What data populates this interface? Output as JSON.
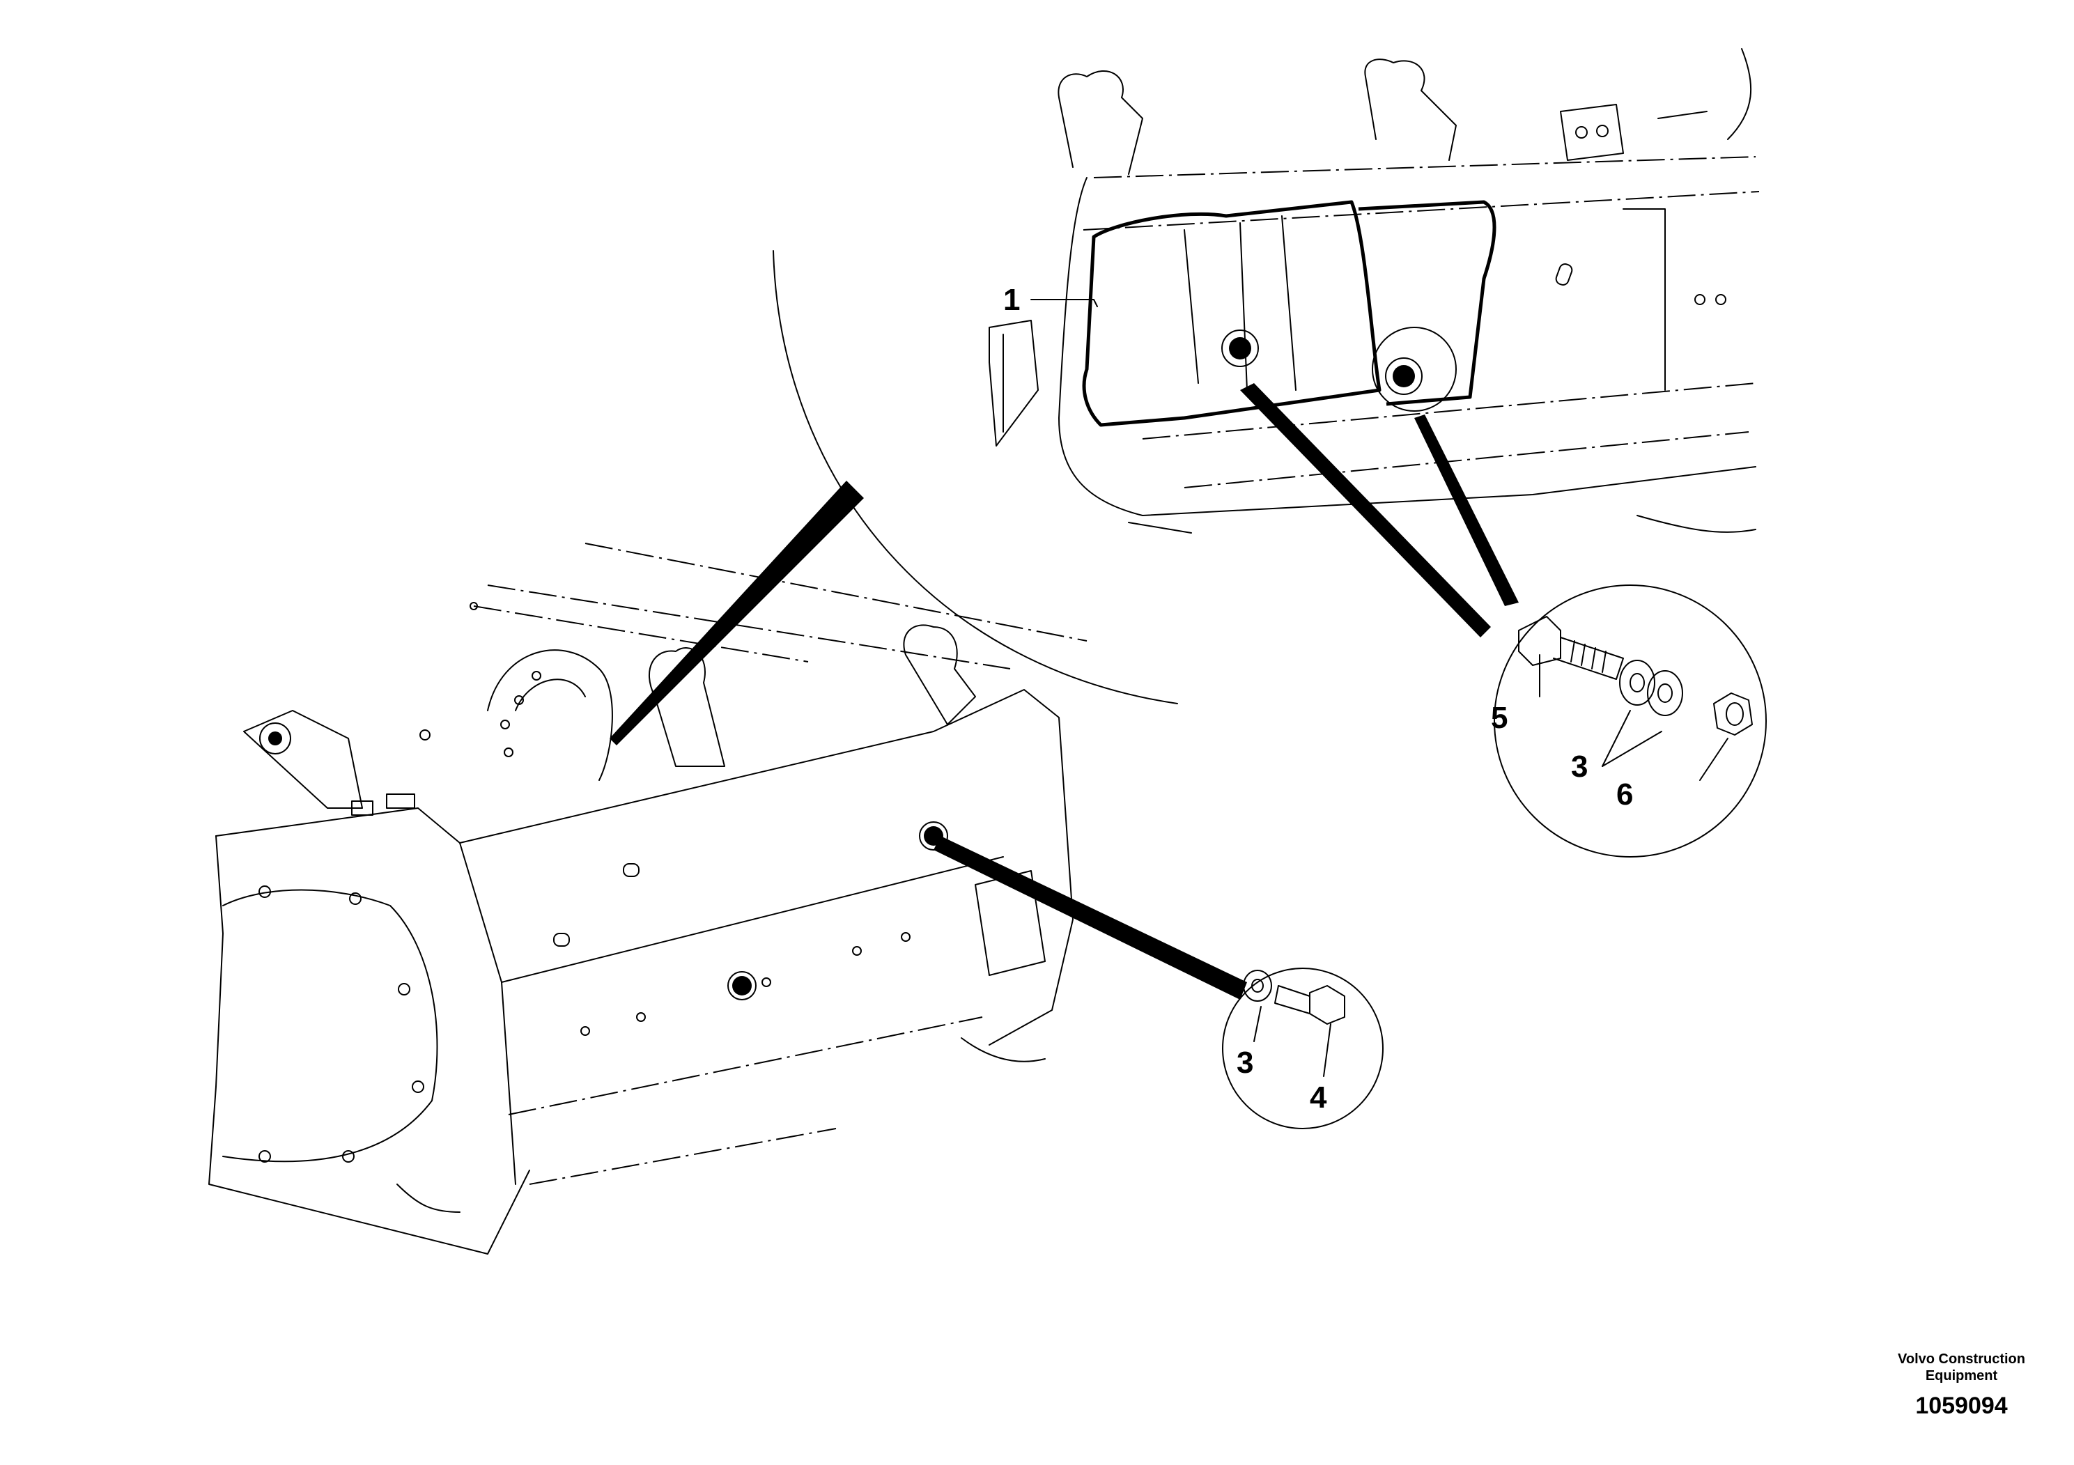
{
  "callouts": {
    "c1": "1",
    "c5": "5",
    "c3_top": "3",
    "c6": "6",
    "c3_bottom": "3",
    "c4": "4"
  },
  "footer": {
    "company_line1": "Volvo Construction",
    "company_line2": "Equipment",
    "document_number": "1059094"
  },
  "icons": {
    "bolt": "bolt-icon",
    "washer": "washer-icon",
    "nut": "nut-icon"
  },
  "colors": {
    "line": "#000000",
    "background": "#ffffff"
  }
}
